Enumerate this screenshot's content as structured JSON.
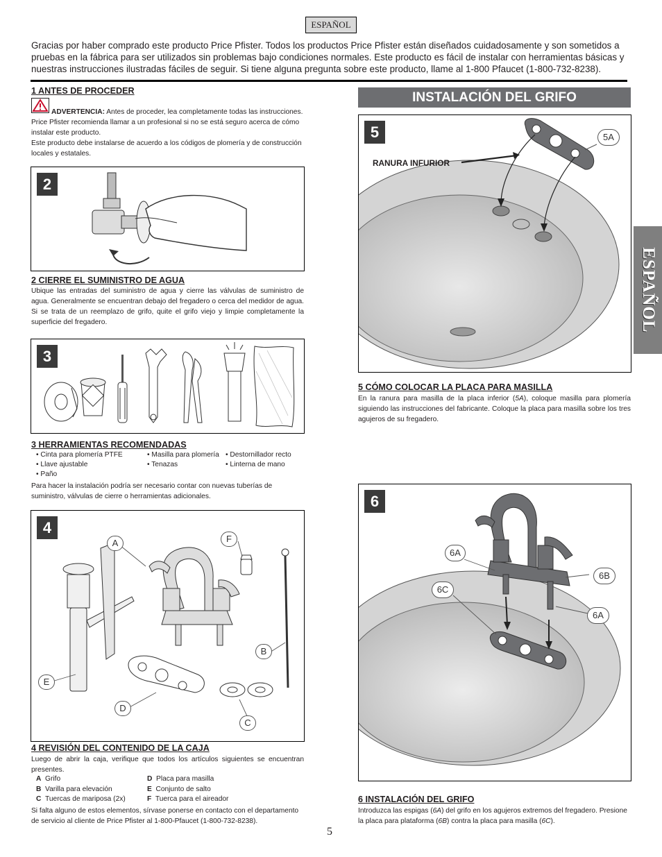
{
  "language_label": "ESPAÑOL",
  "intro_text": "Gracias por haber comprado este producto Price Pfister. Todos los productos Price Pfister están diseñados cuidadosamente y son sometidos a pruebas en la fábrica para ser utilizados sin problemas bajo condiciones normales. Este producto es fácil de instalar con herramientas básicas y nuestras instrucciones ilustradas fáciles de seguir. Si tiene alguna pregunta sobre este producto, llame al 1-800 Pfaucet (1-800-732-8238).",
  "side_tab": "ESPAÑOL",
  "section1": {
    "title": "1  ANTES DE PROCEDER",
    "warning_label": "ADVERTENCIA:",
    "warning_text": " Antes de proceder, lea completamente todas las instrucciones. Price Pfister recomienda llamar a un profesional si no se está seguro acerca de cómo instalar este producto.",
    "codes_text": "Este producto debe instalarse de acuerdo a los códigos de plomería y de construcción locales y estatales."
  },
  "fig2": {
    "number": "2"
  },
  "section2": {
    "title": "2  CIERRE EL SUMINISTRO DE AGUA",
    "body": "Ubique las entradas del suministro de agua y cierre las válvulas de suministro de agua. Generalmente se encuentran debajo del fregadero o cerca del medidor de agua. Si se trata de un reemplazo de grifo, quite el grifo viejo y limpie completamente la superficie del fregadero."
  },
  "fig3": {
    "number": "3"
  },
  "section3": {
    "title": "3  HERRAMIENTAS RECOMENDADAS",
    "tools_col1": [
      "• Cinta para plomería PTFE",
      "• Llave ajustable",
      "• Paño"
    ],
    "tools_col2": [
      "• Masilla para plomería",
      "• Tenazas"
    ],
    "tools_col3": [
      "• Destornillador recto",
      "• Linterna de mano"
    ],
    "note": "Para hacer la instalación podría ser necesario contar con nuevas tuberías de suministro, válvulas de cierre o herramientas adicionales."
  },
  "fig4": {
    "number": "4",
    "labels": {
      "a": "A",
      "b": "B",
      "c": "C",
      "d": "D",
      "e": "E",
      "f": "F"
    }
  },
  "section4": {
    "title": "4  REVISIÓN DEL CONTENIDO DE LA CAJA",
    "intro": "Luego de abrir la caja, verifique que todos los artículos siguientes se encuentran presentes.",
    "items_left": [
      {
        "letter": "A",
        "text": "Grifo"
      },
      {
        "letter": "B",
        "text": "Varilla para elevación"
      },
      {
        "letter": "C",
        "text": "Tuercas de mariposa (2x)"
      }
    ],
    "items_right": [
      {
        "letter": "D",
        "text": "Placa para masilla"
      },
      {
        "letter": "E",
        "text": "Conjunto de salto"
      },
      {
        "letter": "F",
        "text": "Tuerca para el aireador"
      }
    ],
    "footer": "Si falta alguno de estos elementos, sírvase ponerse en contacto con el departamento de servicio al cliente de Price Pfister al 1-800-Pfaucet (1-800-732-8238)."
  },
  "install_header": "INSTALACIÓN DEL GRIFO",
  "fig5": {
    "number": "5",
    "callout": "5A",
    "label": "RANURA INFURIOR"
  },
  "section5": {
    "title": "5  CÓMO COLOCAR LA PLACA PARA MASILLA",
    "body_a": "En la ranura para masilla de la placa inferior (",
    "body_ref": "5A",
    "body_b": "), coloque masilla para plomería siguiendo las instrucciones del fabricante. Coloque la placa para masilla sobre los tres agujeros de su fregadero."
  },
  "fig6": {
    "number": "6",
    "callouts": {
      "a1": "6A",
      "b": "6B",
      "c": "6C",
      "a2": "6A"
    }
  },
  "section6": {
    "title": "6  INSTALACIÓN DEL GRIFO",
    "t1": "Introduzca las espigas (",
    "r1": "6A",
    "t2": ") del grifo en los agujeros extremos del fregadero. Presione la placa para plataforma (",
    "r2": "6B",
    "t3": ") contra la placa para masilla (",
    "r3": "6C",
    "t4": ")."
  },
  "page_number": "5"
}
